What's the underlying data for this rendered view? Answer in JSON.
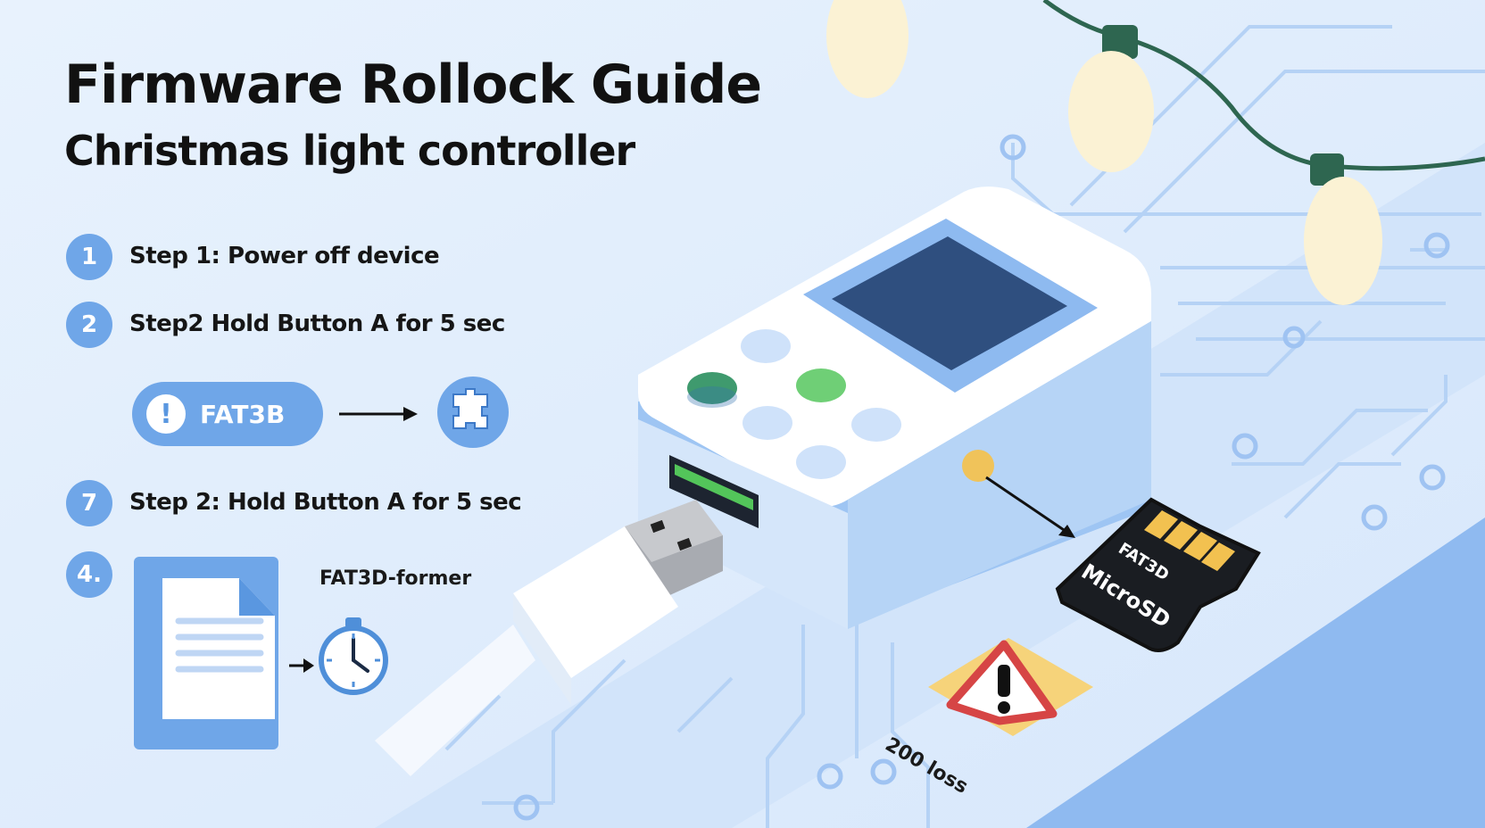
{
  "header": {
    "title": "Firmware Rollock Guide",
    "subtitle": "Christmas light controller"
  },
  "steps": [
    {
      "badge": "1",
      "label": "Step 1: Power off device"
    },
    {
      "badge": "2",
      "label": "Step2 Hold Button A for 5 sec"
    },
    {
      "badge": "7",
      "label": "Step 2: Hold Button A for 5 sec"
    },
    {
      "badge": "4.",
      "label": ""
    }
  ],
  "format_pill": {
    "icon": "!",
    "label": "FAT3B"
  },
  "former_label": "FAT3D-former",
  "sdcard": {
    "line1": "FAT3D",
    "line2": "MicroSD"
  },
  "warning_caption": "200 loss",
  "colors": {
    "background": "#e3effc",
    "accent": "#6fa6e8",
    "screen": "#2f4f7f",
    "button_green": "#3f9a6e",
    "button_light_green": "#6fcf76",
    "warning_fill": "#f6d37a",
    "warning_stroke": "#d64545",
    "wire": "#2e6650",
    "bulb": "#fbf2d4"
  },
  "icons": [
    "alert-icon",
    "arrow-right-icon",
    "puzzle-icon",
    "document-icon",
    "stopwatch-icon",
    "warning-icon",
    "usb-plug-icon",
    "microsd-card-icon",
    "led-bulb-icon"
  ]
}
